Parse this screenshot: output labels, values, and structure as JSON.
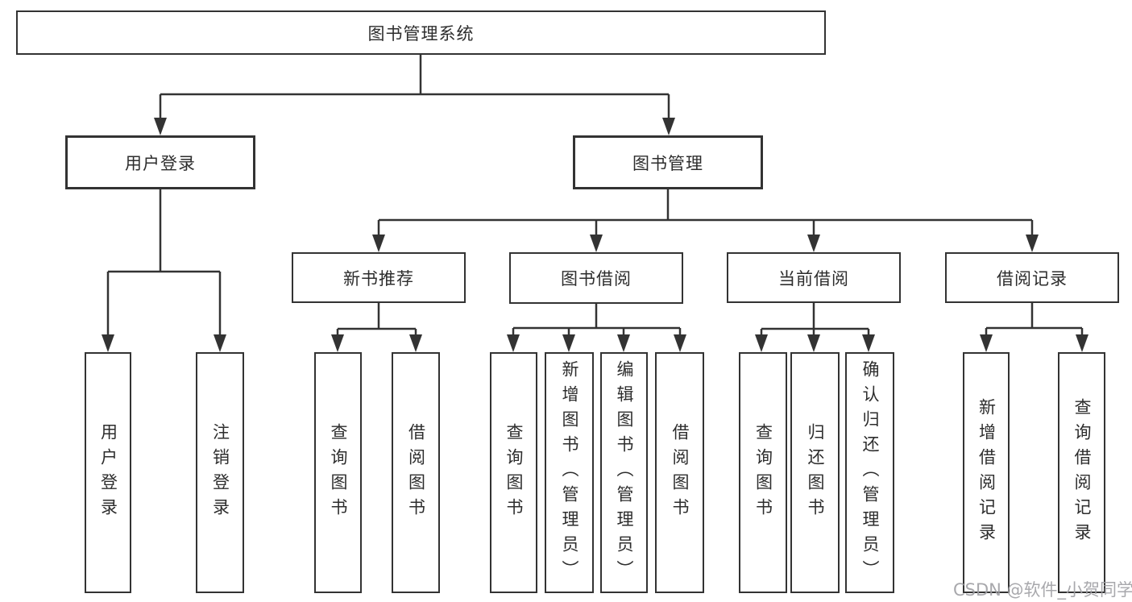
{
  "diagram": {
    "root": "图书管理系统",
    "level2": {
      "user_login": "用户登录",
      "book_management": "图书管理"
    },
    "level3": {
      "new_book_recommend": "新书推荐",
      "book_borrowing": "图书借阅",
      "current_borrowing": "当前借阅",
      "borrowing_records": "借阅记录"
    },
    "leaves": {
      "user_login": "用户登录",
      "logout_login": "注销登录",
      "recommend_query_books": "查询图书",
      "recommend_borrow_books": "借阅图书",
      "borrowing_query_books": "查询图书",
      "borrowing_add_books": "新增图书（管理员）",
      "borrowing_edit_books": "编辑图书（管理员）",
      "borrowing_borrow_books": "借阅图书",
      "current_query_books": "查询图书",
      "current_return_books": "归还图书",
      "current_confirm_return": "确认归还（管理员）",
      "records_add_record": "新增借阅记录",
      "records_query_record": "查询借阅记录"
    }
  },
  "watermark": "CSDN @软件_小贺同学",
  "colors": {
    "line": "#333333",
    "text": "#2d2d2d",
    "background": "#ffffff",
    "watermark": "#9e9ea3"
  }
}
